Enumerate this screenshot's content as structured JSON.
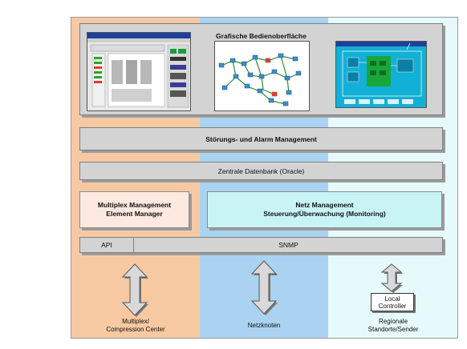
{
  "layers": {
    "gui_title": "Grafische Bedienoberfläche",
    "alarm_management": "Störungs- und Alarm Management",
    "database": "Zentrale Datenbank (Oracle)"
  },
  "multiplex_box": {
    "line1": "Multiplex Management",
    "line2": "Element Manager"
  },
  "network_box": {
    "line1": "Netz Management",
    "line2": "Steuerung/Überwachung (Monitoring)"
  },
  "interfaces": {
    "api": "API",
    "snmp": "SNMP"
  },
  "columns": {
    "left_caption_1": "Multiplex/",
    "left_caption_2": "Compression Center",
    "mid_caption": "Netzknoten",
    "local_controller_1": "Local",
    "local_controller_2": "Controller",
    "right_caption_1": "Regionale",
    "right_caption_2": "Standorte/Sender"
  },
  "colors": {
    "left_column": "#f7c9a2",
    "middle_column": "#a9d3f1",
    "right_column": "#e6f9fb",
    "layer_grey": "#d3d3d3"
  }
}
